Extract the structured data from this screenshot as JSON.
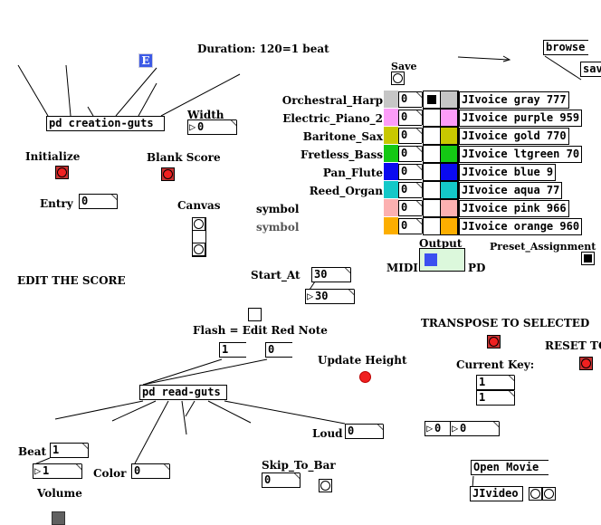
{
  "header": {
    "duration_label": "Duration: 120=1 beat"
  },
  "editor": {
    "e_button": "E"
  },
  "objects": {
    "creation_guts": "pd creation-guts",
    "read_guts": "pd read-guts",
    "jivideo": "JIvideo"
  },
  "messages": {
    "browse": "browse",
    "save": "sav",
    "open_movie": "Open Movie",
    "flash_one": "1",
    "flash_zero": "0"
  },
  "labels": {
    "save": "Save",
    "width": "Width",
    "initialize": "Initialize",
    "blank_score": "Blank Score",
    "entry": "Entry",
    "canvas": "Canvas",
    "symbol1": "symbol",
    "symbol2": "symbol",
    "edit_the_score": "EDIT THE SCORE",
    "start_at": "Start_At",
    "flash_edit": "Flash = Edit Red Note",
    "update_height": "Update Height",
    "transpose": "TRANSPOSE TO SELECTED",
    "reset_to": "RESET TO",
    "current_key": "Current Key:",
    "loud": "Loud",
    "beat": "Beat",
    "color": "Color",
    "volume": "Volume",
    "skip_to_bar": "Skip_To_Bar",
    "output": "Output",
    "midi": "MIDI",
    "pd": "PD",
    "preset_assignment": "Preset_Assignment"
  },
  "values": {
    "width": "0",
    "entry": "0",
    "start_at": "30",
    "start_at_out": "30",
    "current_key_1": "1",
    "current_key_2": "1",
    "pair_a": "0",
    "pair_b": "0",
    "loud": "0",
    "beat": "1",
    "beat_out": "1",
    "color": "0",
    "skip_to_bar": "0"
  },
  "voices": [
    {
      "name": "Orchestral_Harp",
      "value": "0",
      "color": "#c6c6c6",
      "selected": true,
      "object": "JIvoice gray 777"
    },
    {
      "name": "Electric_Piano_2",
      "value": "0",
      "color": "#fc9cf8",
      "selected": false,
      "object": "JIvoice purple 959"
    },
    {
      "name": "Baritone_Sax",
      "value": "0",
      "color": "#c8c800",
      "selected": false,
      "object": "JIvoice gold 770"
    },
    {
      "name": "Fretless_Bass",
      "value": "0",
      "color": "#14c814",
      "selected": false,
      "object": "JIvoice ltgreen 70"
    },
    {
      "name": "Pan_Flute",
      "value": "0",
      "color": "#0a0af0",
      "selected": false,
      "object": "JIvoice blue 9"
    },
    {
      "name": "Reed_Organ",
      "value": "0",
      "color": "#14c8c8",
      "selected": false,
      "object": "JIvoice aqua 77"
    },
    {
      "name": "",
      "value": "0",
      "color": "#fcb0b0",
      "selected": false,
      "object": "JIvoice pink 966"
    },
    {
      "name": "",
      "value": "0",
      "color": "#fcae00",
      "selected": false,
      "object": "JIvoice orange 960"
    }
  ],
  "output": {
    "midi_selected": true,
    "active_color": "#3c50f0",
    "panel_color": "#dcf8dc"
  },
  "colors": {
    "bang_red": "#f02020",
    "e_button": "#3c5ae6",
    "volume_slider": "#606060"
  }
}
